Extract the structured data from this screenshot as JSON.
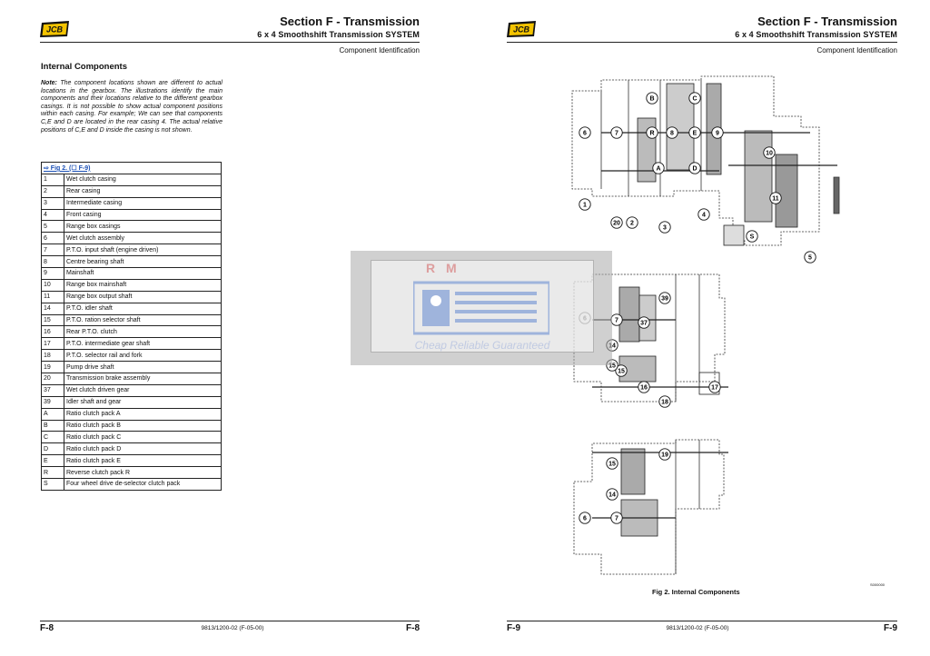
{
  "left_page": {
    "header": {
      "title": "Section F - Transmission",
      "subtitle": "6 x 4 Smoothshift Transmission SYSTEM",
      "section": "Component Identification"
    },
    "heading": "Internal Components",
    "note_label": "Note:",
    "note_text": "The component locations shown are different to actual locations in the gearbox. The illustrations identify the main components and their locations relative to the different gearbox casings. It is not possible to show actual component positions within each casing. For example; We can see that components C,E and D are located in the rear casing 4. The actual relative positions of C,E and D inside the casing is not shown.",
    "table_ref": "⇨ Fig 2. (☐ F-9)",
    "components": [
      {
        "id": "1",
        "name": "Wet clutch casing"
      },
      {
        "id": "2",
        "name": "Rear casing"
      },
      {
        "id": "3",
        "name": "Intermediate casing"
      },
      {
        "id": "4",
        "name": "Front casing"
      },
      {
        "id": "5",
        "name": "Range box casings"
      },
      {
        "id": "6",
        "name": "Wet clutch assembly"
      },
      {
        "id": "7",
        "name": "P.T.O. input shaft (engine driven)"
      },
      {
        "id": "8",
        "name": "Centre bearing shaft"
      },
      {
        "id": "9",
        "name": "Mainshaft"
      },
      {
        "id": "10",
        "name": "Range box mainshaft"
      },
      {
        "id": "11",
        "name": "Range box output shaft"
      },
      {
        "id": "14",
        "name": "P.T.O. idler shaft"
      },
      {
        "id": "15",
        "name": "P.T.O. ration selector shaft"
      },
      {
        "id": "16",
        "name": "Rear P.T.O. clutch"
      },
      {
        "id": "17",
        "name": "P.T.O. intermediate gear shaft"
      },
      {
        "id": "18",
        "name": "P.T.O. selector rail and fork"
      },
      {
        "id": "19",
        "name": "Pump drive shaft"
      },
      {
        "id": "20",
        "name": "Transmission brake assembly"
      },
      {
        "id": "37",
        "name": "Wet clutch driven gear"
      },
      {
        "id": "39",
        "name": "Idler shaft and gear"
      },
      {
        "id": "A",
        "name": "Ratio clutch pack A"
      },
      {
        "id": "B",
        "name": "Ratio clutch pack B"
      },
      {
        "id": "C",
        "name": "Ratio clutch pack C"
      },
      {
        "id": "D",
        "name": "Ratio clutch pack D"
      },
      {
        "id": "E",
        "name": "Ratio clutch pack E"
      },
      {
        "id": "R",
        "name": "Reverse clutch pack R"
      },
      {
        "id": "S",
        "name": "Four wheel drive de-selector clutch pack"
      }
    ],
    "footer": {
      "left": "F-8",
      "center": "9813/1200-02 (F-05-00)",
      "right": "F-8"
    }
  },
  "right_page": {
    "header": {
      "title": "Section F - Transmission",
      "subtitle": "6 x 4 Smoothshift Transmission SYSTEM",
      "section": "Component Identification"
    },
    "figure_caption": "Fig 2. Internal Components",
    "figure_code": "S000000",
    "diagram_callouts": [
      "B",
      "C",
      "6",
      "7",
      "R",
      "8",
      "E",
      "9",
      "10",
      "A",
      "D",
      "11",
      "1",
      "20",
      "2",
      "3",
      "4",
      "S",
      "5",
      "39",
      "37",
      "14",
      "15",
      "16",
      "17",
      "18",
      "19"
    ],
    "footer": {
      "left": "F-9",
      "center": "9813/1200-02 (F-05-00)",
      "right": "F-9"
    }
  },
  "logo_text": "JCB",
  "watermark": {
    "brand": "R M",
    "tagline": "Cheap Reliable Guaranteed"
  },
  "colors": {
    "link": "#1a4fb5",
    "watermark_blue": "#9fb4dc",
    "logo_yellow": "#f3c300"
  }
}
